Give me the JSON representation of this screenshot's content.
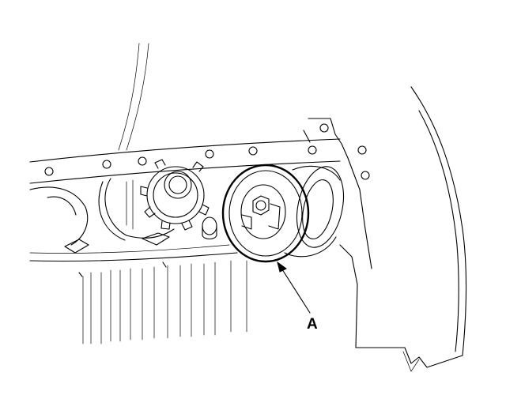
{
  "diagram": {
    "callouts": [
      {
        "id": "A",
        "label": "A",
        "target": "timing-belt-tensioner-pulley"
      }
    ]
  }
}
